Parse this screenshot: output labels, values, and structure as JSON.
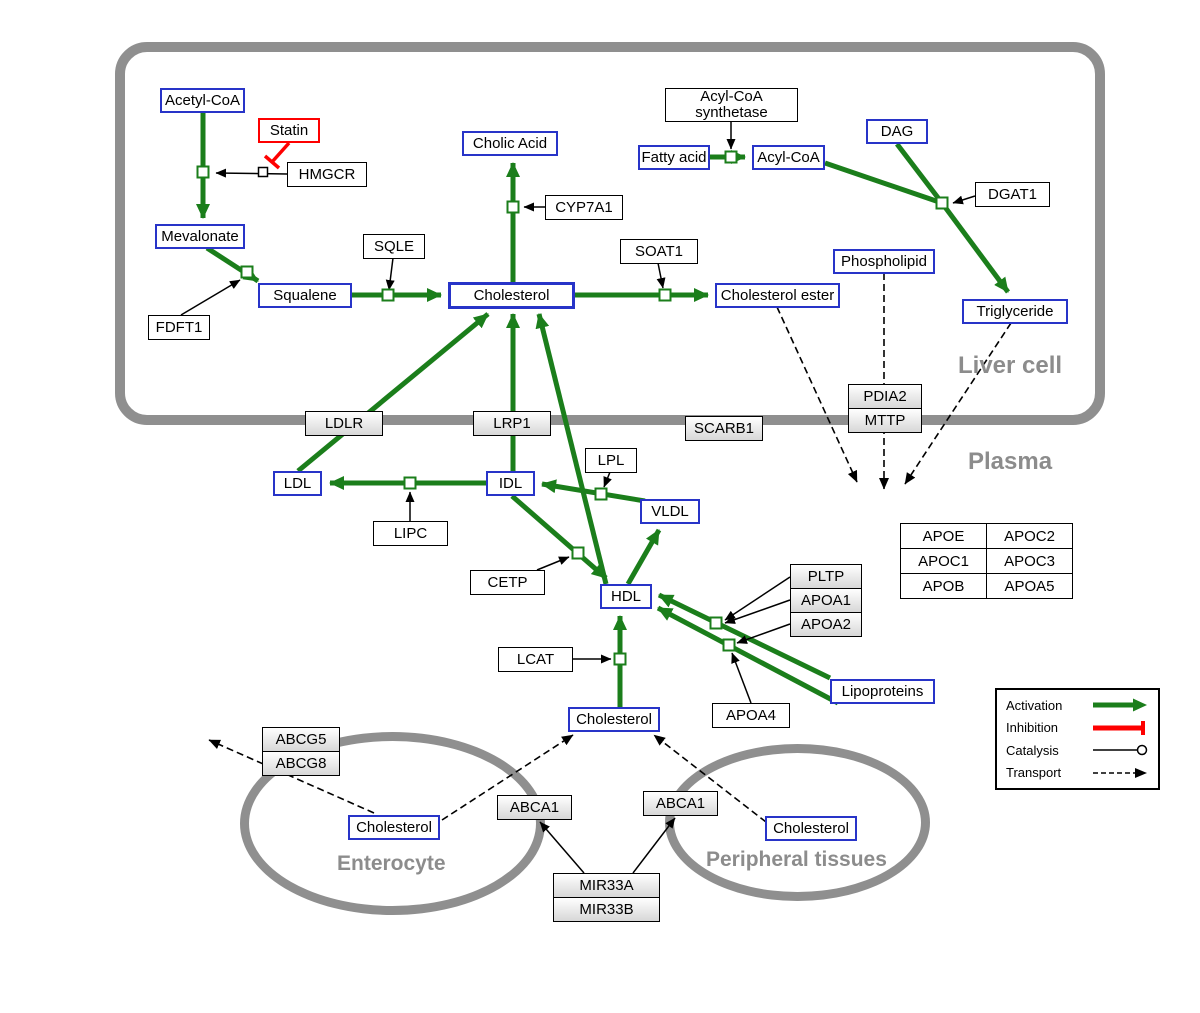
{
  "regions": {
    "liver_cell": "Liver cell",
    "plasma": "Plasma",
    "enterocyte": "Enterocyte",
    "peripheral_tissues": "Peripheral tissues"
  },
  "metabolites": {
    "acetyl_coa": "Acetyl-CoA",
    "mevalonate": "Mevalonate",
    "squalene": "Squalene",
    "cholesterol_liver": "Cholesterol",
    "cholic_acid": "Cholic Acid",
    "fatty_acid": "Fatty acid",
    "acyl_coa": "Acyl-CoA",
    "dag": "DAG",
    "phospholipid": "Phospholipid",
    "cholesterol_ester": "Cholesterol ester",
    "triglyceride": "Triglyceride",
    "ldl": "LDL",
    "idl": "IDL",
    "vldl": "VLDL",
    "hdl": "HDL",
    "lipoproteins": "Lipoproteins",
    "cholesterol_plasma": "Cholesterol",
    "cholesterol_enterocyte": "Cholesterol",
    "cholesterol_peripheral": "Cholesterol"
  },
  "genes": {
    "statin": "Statin",
    "hmgcr": "HMGCR",
    "fdft1": "FDFT1",
    "sqle": "SQLE",
    "cyp7a1": "CYP7A1",
    "soat1": "SOAT1",
    "acs_line1": "Acyl-CoA",
    "acs_line2": "synthetase",
    "dgat1": "DGAT1",
    "ldlr": "LDLR",
    "lrp1": "LRP1",
    "scarb1": "SCARB1",
    "pdia2": "PDIA2",
    "mttp": "MTTP",
    "lipc": "LIPC",
    "lpl": "LPL",
    "cetp": "CETP",
    "pltp": "PLTP",
    "apoa1": "APOA1",
    "apoa2": "APOA2",
    "lcat": "LCAT",
    "apoa4": "APOA4",
    "abcg5": "ABCG5",
    "abcg8": "ABCG8",
    "abca1_enterocyte": "ABCA1",
    "abca1_peripheral": "ABCA1",
    "mir33a": "MIR33A",
    "mir33b": "MIR33B"
  },
  "apo_table": {
    "rows": [
      [
        "APOE",
        "APOC2"
      ],
      [
        "APOC1",
        "APOC3"
      ],
      [
        "APOB",
        "APOA5"
      ]
    ]
  },
  "legend": {
    "activation": "Activation",
    "inhibition": "Inhibition",
    "catalysis": "Catalysis",
    "transport": "Transport"
  },
  "colors": {
    "activation_green": "#1b7e1b",
    "inhibition_red": "#fe0000",
    "metabolite_blue": "#2834c8",
    "membrane_gray": "#8f8f8f",
    "region_label_gray": "#8c8c8c"
  }
}
